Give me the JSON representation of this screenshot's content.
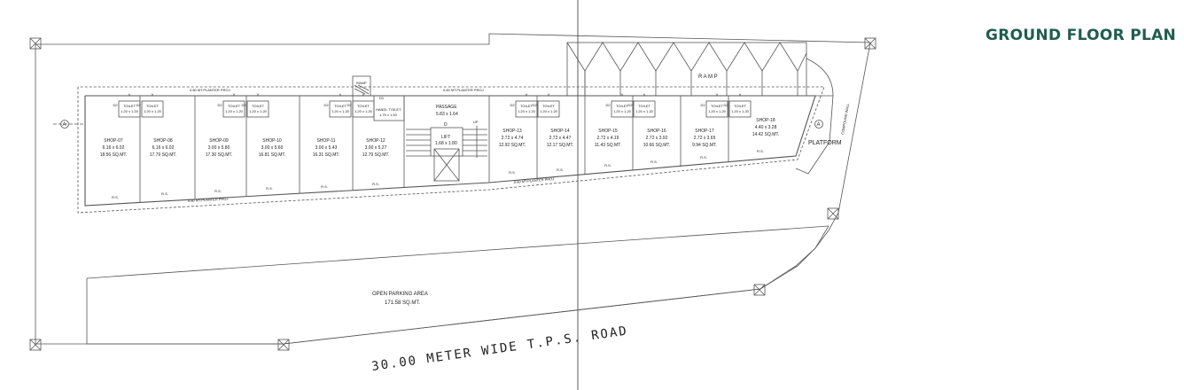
{
  "title": "GROUND FLOOR PLAN",
  "colors": {
    "title": "#1e5e4e",
    "lines": "#555555",
    "text": "#222222"
  },
  "labels": {
    "ramp_top": "R A M P",
    "ramp_small": "RAMP",
    "platform": "PLATFORM",
    "compound_wall": "COMPOUND WALL",
    "section_marker": "A",
    "planter_top_left": "0.60 MT.PLANTER PROJ",
    "planter_top_mid": "0.60 MT.PLANTER PROJ",
    "planter_bottom_left": "0.60 MT.PLANTER PROJ",
    "planter_bottom_mid": "0.60 MT.PLANTER PROJ",
    "passage_name": "PASSAGE",
    "passage_size": "5.83 x 1.64",
    "lift_name": "LIFT",
    "lift_size": "1.68 x 1.80",
    "lift_door": "D",
    "stair_up": "UP",
    "handicap_toilet_name": "HANDI. TOILET",
    "handicap_toilet_size": "1.75 x 1.50",
    "handicap_toilet_door": "D1",
    "parking_name": "OPEN PARKING AREA",
    "parking_area": "171.58 SQ.MT.",
    "road": "30.00  METER  WIDE  T.P.S.  ROAD"
  },
  "toilet": {
    "name": "TOILET",
    "size": "1.20 x 1.20",
    "door": "D2"
  },
  "rs_label": "R.S.",
  "v_label": "V",
  "shops": [
    {
      "name": "SHOP-07",
      "size": "6.16 x 6.02",
      "area": "18.56 SQ.MT."
    },
    {
      "name": "SHOP-08",
      "size": "6.16 x 6.02",
      "area": "17.79 SQ.MT."
    },
    {
      "name": "SHOP-09",
      "size": "3.00 x 5.80",
      "area": "17.30 SQ.MT."
    },
    {
      "name": "SHOP-10",
      "size": "3.00 x 5.60",
      "area": "16.81 SQ.MT."
    },
    {
      "name": "SHOP-11",
      "size": "3.00 x 5.43",
      "area": "16.31 SQ.MT."
    },
    {
      "name": "SHOP-12",
      "size": "3.00 x 5.27",
      "area": "12.79 SQ.MT."
    },
    {
      "name": "SHOP-13",
      "size": "2.72 x 4.74",
      "area": "12.92 SQ.MT."
    },
    {
      "name": "SHOP-14",
      "size": "2.72 x 4.47",
      "area": "12.17 SQ.MT."
    },
    {
      "name": "SHOP-15",
      "size": "2.72 x 4.19",
      "area": "11.43 SQ.MT."
    },
    {
      "name": "SHOP-16",
      "size": "2.72 x 3.92",
      "area": "10.66 SQ.MT."
    },
    {
      "name": "SHOP-17",
      "size": "2.72 x 3.65",
      "area": "9.94 SQ.MT."
    },
    {
      "name": "SHOP-18",
      "size": "4.40 x 3.28",
      "area": "14.42 SQ.MT."
    }
  ]
}
